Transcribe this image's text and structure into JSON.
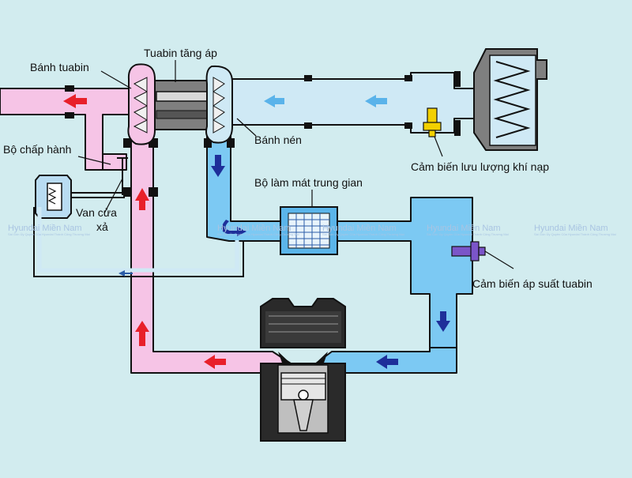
{
  "labels": {
    "turbine_wheel": "Bánh tuabin",
    "turbocharger": "Tuabin tăng áp",
    "actuator": "Bộ chấp hành",
    "wastegate_line1": "Van cửa",
    "wastegate_line2": "xả",
    "compressor_wheel": "Bánh nén",
    "airflow_sensor": "Cảm biến lưu lượng khí nạp",
    "intercooler": "Bộ làm mát trung gian",
    "boost_sensor": "Cảm biến áp suất tuabin"
  },
  "watermark": {
    "brand": "Hyundai Miền Nam",
    "tagline": "Sài Gòn Ủy Quyền Của Hyundai Thành Công Thương Mại"
  },
  "colors": {
    "background": "#d2ecef",
    "exhaust": "#f6c4e6",
    "intake_cool": "#cfe9f5",
    "intake_hot": "#7cc9f3",
    "flow_arrow_red": "#e8202a",
    "flow_arrow_light_blue": "#5ab3ea",
    "flow_arrow_dark_blue": "#1e2f9a",
    "sensor_yellow": "#f2d000",
    "sensor_purple": "#7b55c9"
  }
}
